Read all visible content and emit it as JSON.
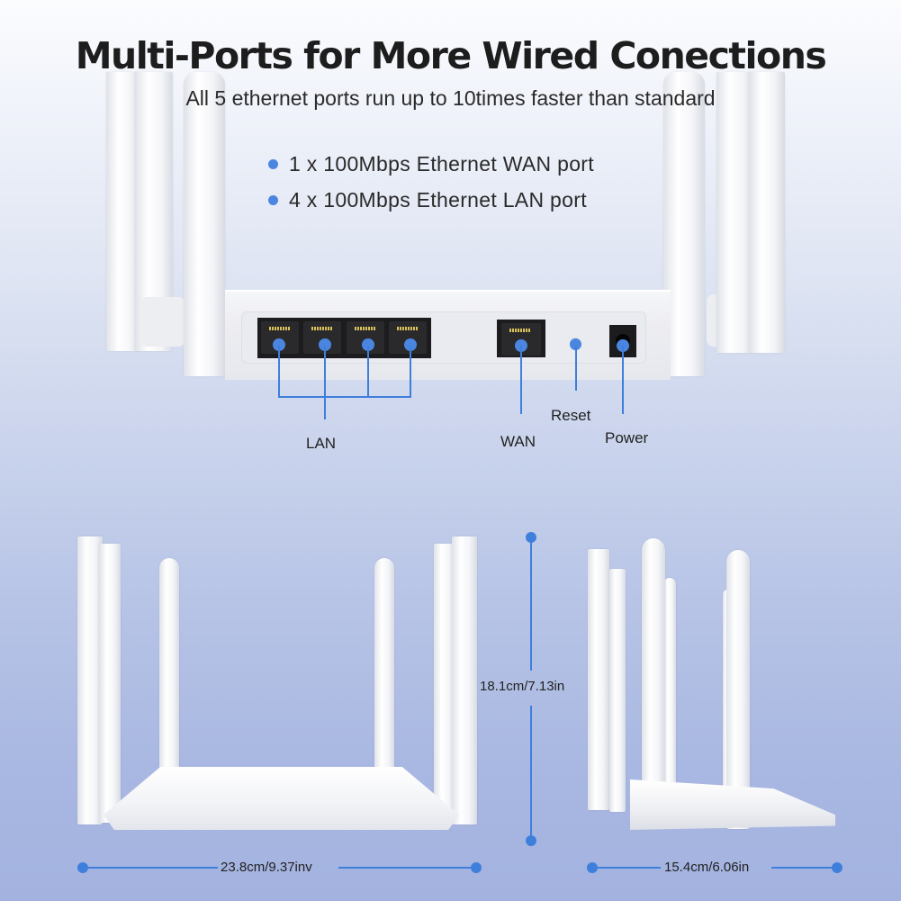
{
  "header": {
    "title": "Multi-Ports for More Wired Conections",
    "subtitle": "All 5 ethernet ports run up to 10times faster than standard"
  },
  "features": [
    {
      "text": "1 x 100Mbps Ethernet WAN port"
    },
    {
      "text": "4 x 100Mbps Ethernet LAN port"
    }
  ],
  "port_callouts": {
    "lan": "LAN",
    "wan": "WAN",
    "reset": "Reset",
    "power": "Power"
  },
  "dimensions": {
    "width": "23.8cm/9.37inv",
    "height": "18.1cm/7.13in",
    "depth": "15.4cm/6.06in"
  },
  "colors": {
    "accent": "#4a86e0",
    "line": "#3f7fdc",
    "text": "#222222",
    "background_top": "#fbfcfe",
    "background_bottom": "#a3b2df"
  }
}
